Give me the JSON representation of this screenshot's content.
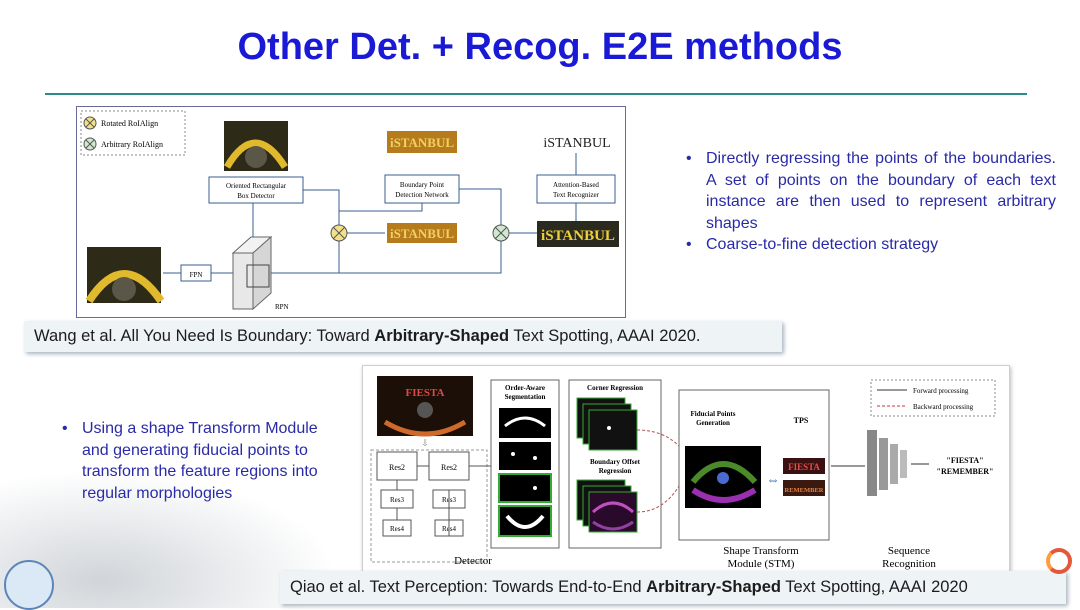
{
  "title": "Other Det. + Recog. E2E methods",
  "fig1": {
    "legend_rotated": "Rotated RoIAlign",
    "legend_arbitrary": "Arbitrary RoIAlign",
    "box_detector": [
      "Oriented Rectangular",
      "Box Detector"
    ],
    "boundary_detector": [
      "Boundary Point",
      "Detection Network"
    ],
    "recognizer": [
      "Attention-Based",
      "Text Recognizer"
    ],
    "fpn": "FPN",
    "rpn": "RPN",
    "output_word": "iSTANBUL",
    "crop_word": "iSTANBUL"
  },
  "bullets_top": [
    "Directly regressing the points of the boundaries. A set of points on the boundary of each text instance are then used to represent arbitrary shapes",
    "Coarse-to-fine detection strategy"
  ],
  "citation_top": {
    "before": "Wang et al. All You Need Is Boundary: Toward ",
    "bold": "Arbitrary-Shaped",
    "after": " Text Spotting, AAAI 2020."
  },
  "bullets_bottom": [
    "Using a shape Transform Module and generating fiducial points to transform the feature regions into regular morphologies"
  ],
  "fig2": {
    "res_a": "Res2",
    "res_b": "Res2",
    "res_c": "Res3",
    "res_d": "Res3",
    "res_e": "Res4",
    "res_f": "Res4",
    "detector": "Detector",
    "order_aware": [
      "Order-Aware",
      "Segmentation"
    ],
    "corner_regression": "Corner Regression",
    "boundary_offset": [
      "Boundary Offset",
      "Regression"
    ],
    "fiducial": [
      "Fiducial Points",
      "Generation"
    ],
    "tps": "TPS",
    "stm": [
      "Shape Transform",
      "Module (STM)"
    ],
    "seq_recog": [
      "Sequence",
      "Recognition"
    ],
    "forward": "Forward processing",
    "backward": "Backward processing",
    "output": [
      "\"FIESTA\"",
      "\"REMEMBER\""
    ],
    "crop_top": "FIESTA",
    "crop_bottom": "REMEMBER"
  },
  "citation_bottom": {
    "before": "Qiao et al. Text Perception: Towards End-to-End ",
    "bold": "Arbitrary-Shaped",
    "after": " Text Spotting, AAAI 2020"
  },
  "colors": {
    "title": "#1a1ad6",
    "bullet_text": "#2a2aa8",
    "rule": "#2b8a8a",
    "citation_bg": "#eef3f6",
    "diagram_line": "#3b5c8f"
  }
}
